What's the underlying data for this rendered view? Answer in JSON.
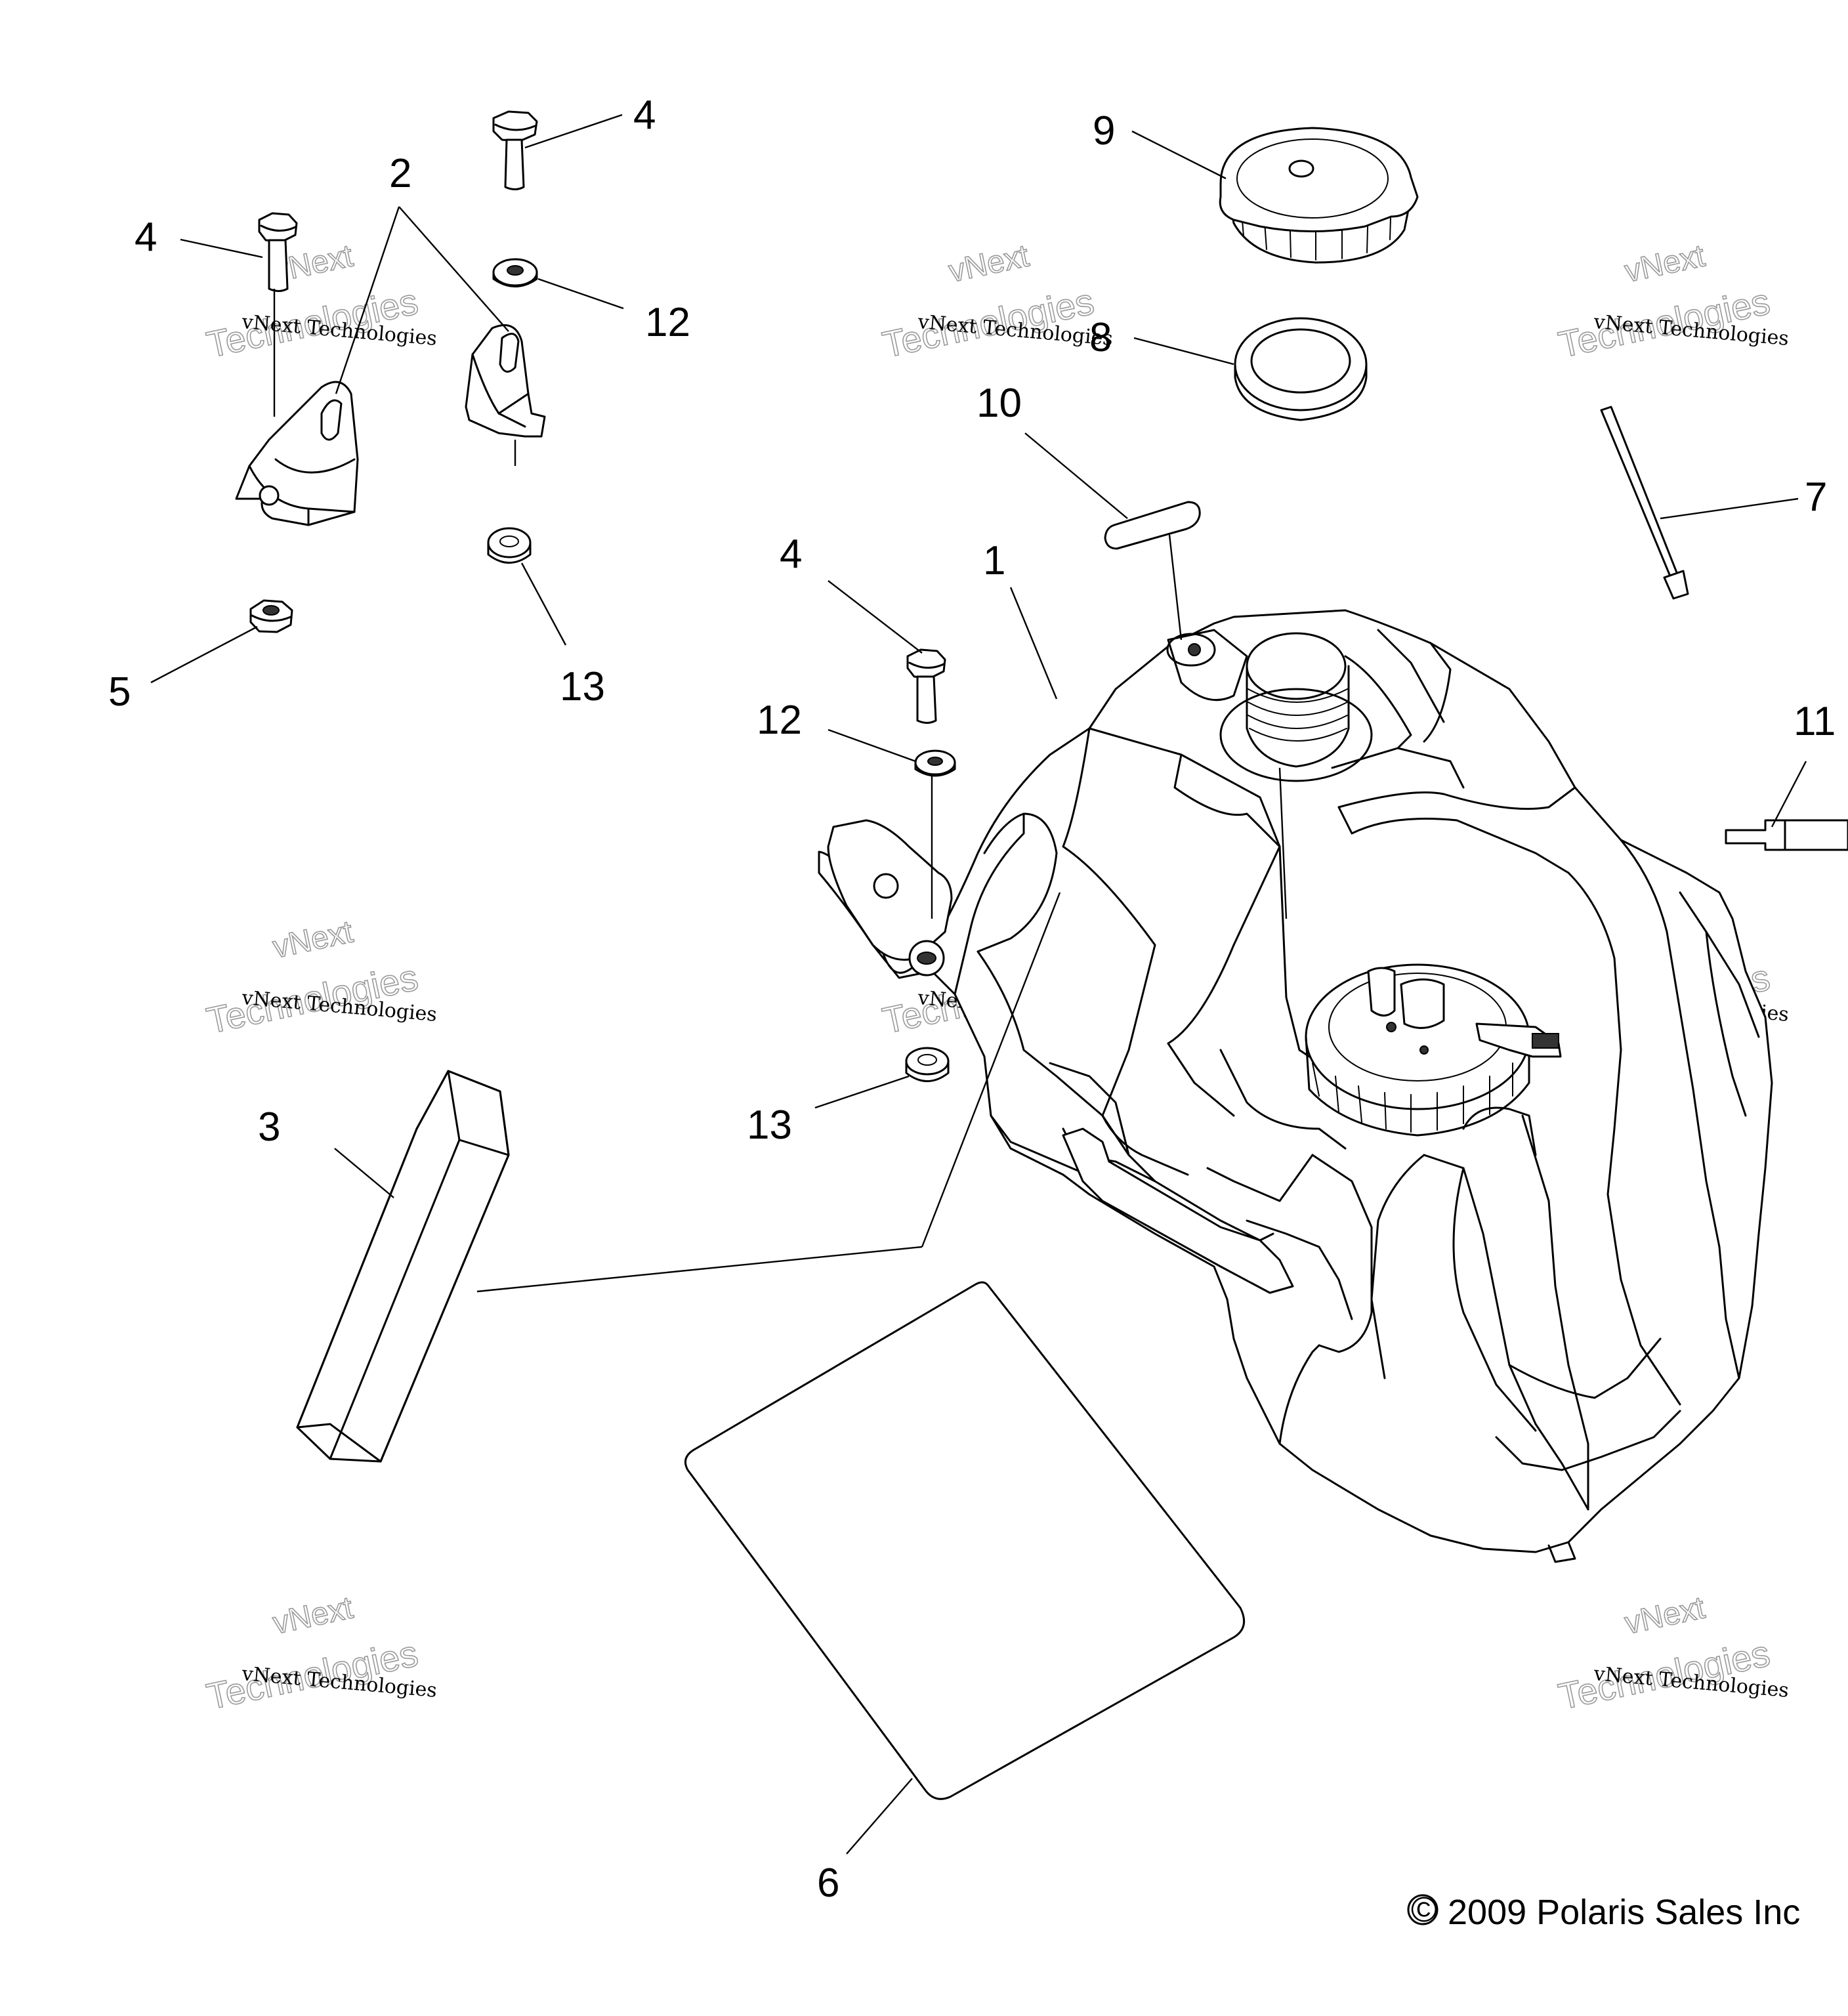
{
  "callouts": [
    {
      "id": "4a",
      "label": "4"
    },
    {
      "id": "2",
      "label": "2"
    },
    {
      "id": "4b",
      "label": "4"
    },
    {
      "id": "12a",
      "label": "12"
    },
    {
      "id": "5",
      "label": "5"
    },
    {
      "id": "13a",
      "label": "13"
    },
    {
      "id": "9",
      "label": "9"
    },
    {
      "id": "8",
      "label": "8"
    },
    {
      "id": "10",
      "label": "10"
    },
    {
      "id": "7",
      "label": "7"
    },
    {
      "id": "4c",
      "label": "4"
    },
    {
      "id": "1",
      "label": "1"
    },
    {
      "id": "12b",
      "label": "12"
    },
    {
      "id": "11",
      "label": "11"
    },
    {
      "id": "13b",
      "label": "13"
    },
    {
      "id": "3",
      "label": "3"
    },
    {
      "id": "6",
      "label": "6"
    }
  ],
  "watermark": {
    "line1": "vNext Technologies",
    "line2": "vNext",
    "line3": "Technologies"
  },
  "copyright": {
    "symbol": "©",
    "text": "2009 Polaris Sales Inc"
  }
}
